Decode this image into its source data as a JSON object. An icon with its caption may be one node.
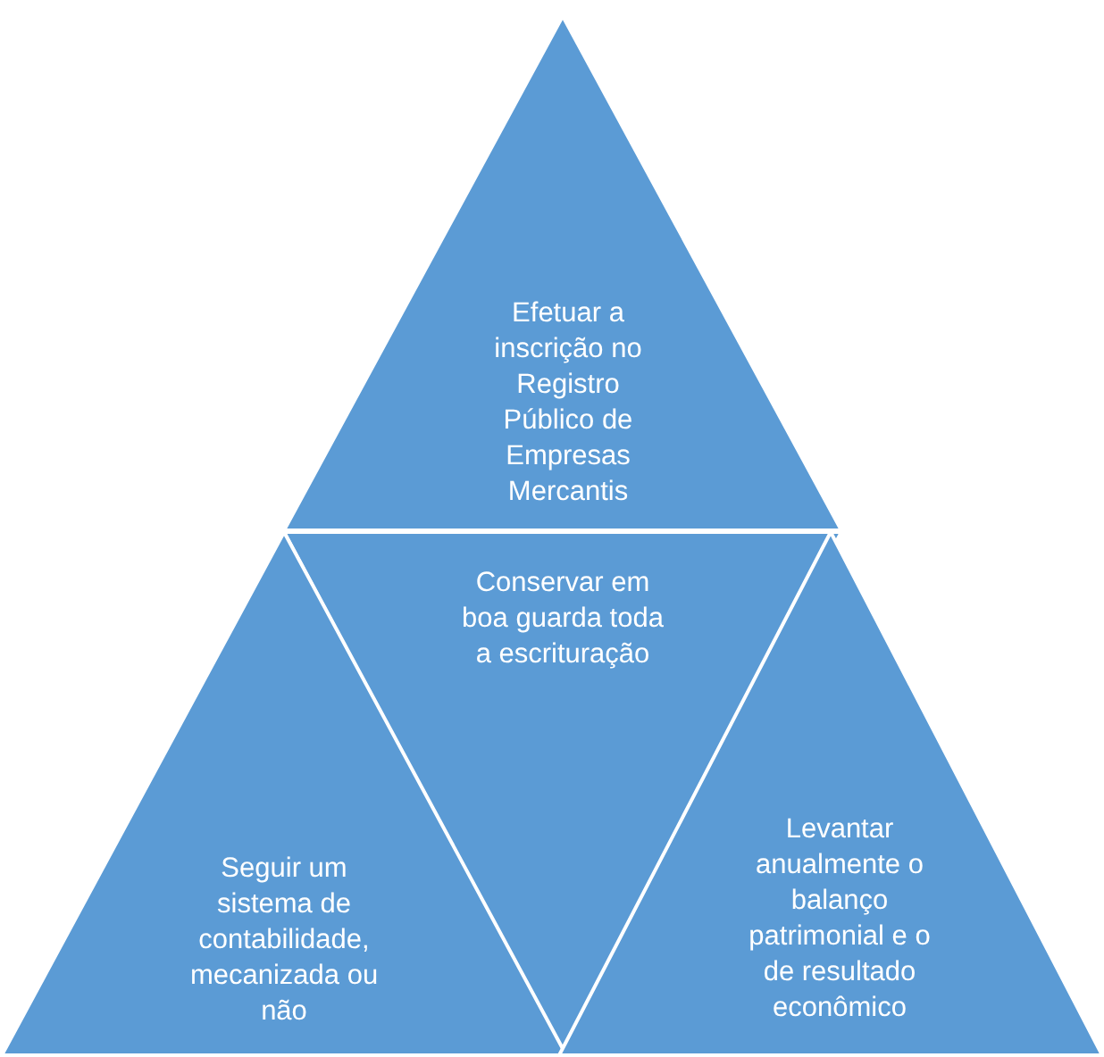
{
  "diagram": {
    "nodes": [
      {
        "text": [
          "Efetuar a inscrição no Registro Público de Empresas Mercantis"
        ]
      },
      {
        "text": [
          "Conservar em boa guarda toda a escrituração"
        ]
      },
      {
        "text": [
          "Seguir um sistema de contabilidade, mecanizada ou não"
        ]
      },
      {
        "text": [
          "Levantar anualmente o balanço patrimonial e o de resultado econômico"
        ]
      }
    ]
  }
}
